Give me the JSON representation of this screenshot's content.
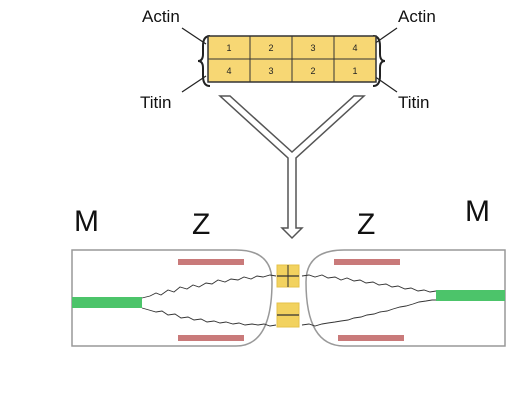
{
  "top_labels": {
    "actin_left": "Actin",
    "actin_right": "Actin",
    "titin_left": "Titin",
    "titin_right": "Titin"
  },
  "grid": {
    "top_row": [
      "1",
      "2",
      "3",
      "4"
    ],
    "bottom_row": [
      "4",
      "3",
      "2",
      "1"
    ]
  },
  "bottom_labels": {
    "m_left": "M",
    "z_left": "Z",
    "z_right": "Z",
    "m_right": "M"
  },
  "colors": {
    "cell_fill": "#f7d774",
    "cell_stroke": "#333333",
    "m_line": "#4cc46a",
    "bar": "#c97a7a",
    "box_stroke": "#999999",
    "center_square": "#f2d25f"
  }
}
